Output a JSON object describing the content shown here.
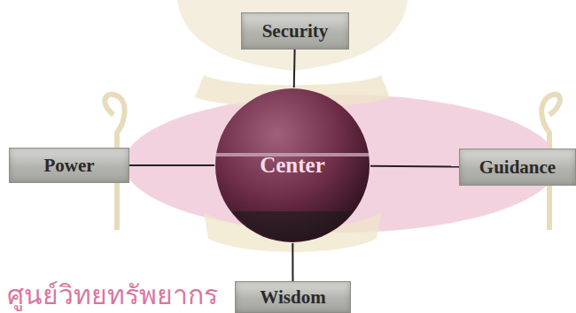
{
  "diagram": {
    "nodes": [
      {
        "text": [
          "Security"
        ]
      },
      {
        "text": [
          "Power"
        ]
      },
      {
        "text": [
          "Center"
        ]
      },
      {
        "text": [
          "Guidance"
        ]
      },
      {
        "text": [
          "Wisdom"
        ]
      }
    ],
    "edges": [
      {
        "from": 2,
        "to": 0,
        "arrow": "none"
      },
      {
        "from": 2,
        "to": 1,
        "arrow": "none"
      },
      {
        "from": 2,
        "to": 3,
        "arrow": "none"
      },
      {
        "from": 2,
        "to": 4,
        "arrow": "none"
      }
    ],
    "labels": [
      "ศูนย์วิทยทรัพยากร"
    ]
  }
}
